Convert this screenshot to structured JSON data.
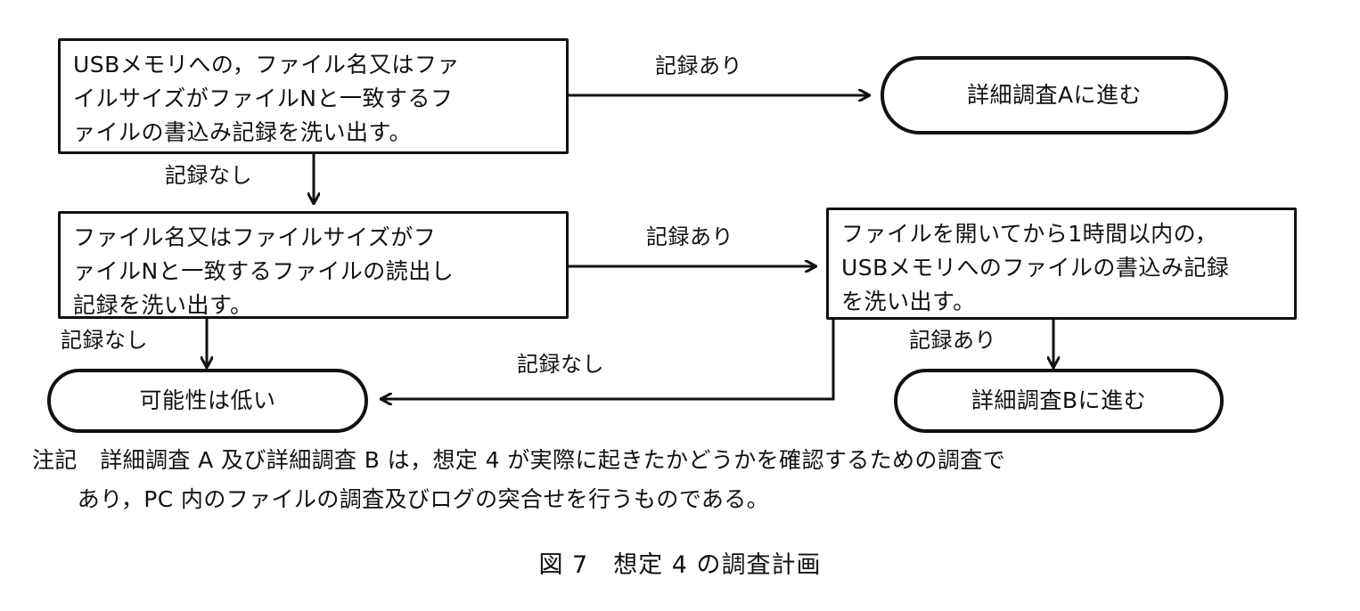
{
  "figure": {
    "caption": "図 7　想定 4 の調査計画",
    "note_lines": [
      "注記　詳細調査 A 及び詳細調査 B は，想定 4 が実際に起きたかどうかを確認するための調査で",
      "　　あり，PC 内のファイルの調査及びログの突合せを行うものである。"
    ]
  },
  "nodes": {
    "process_write_usb": {
      "shape": "rect",
      "text": "USBメモリへの，ファイル名又はファ\nイルサイズがファイルNと一致するフ\nァイルの書込み記録を洗い出す。"
    },
    "process_read_match": {
      "shape": "rect",
      "text": "ファイル名又はファイルサイズがフ\nァイルNと一致するファイルの読出し\n記録を洗い出す。"
    },
    "process_write_within_1h": {
      "shape": "rect",
      "text": "ファイルを開いてから1時間以内の，\nUSBメモリへのファイルの書込み記録\nを洗い出す。"
    },
    "terminal_detail_a": {
      "shape": "pill",
      "text": "詳細調査Aに進む"
    },
    "terminal_detail_b": {
      "shape": "pill",
      "text": "詳細調査Bに進む"
    },
    "terminal_unlikely": {
      "shape": "pill",
      "text": "可能性は低い"
    }
  },
  "edges": {
    "write_usb_to_detail_a": "記録あり",
    "write_usb_to_read_match": "記録なし",
    "read_match_to_within_1h": "記録あり",
    "read_match_to_unlikely": "記録なし",
    "within_1h_to_detail_b": "記録あり",
    "within_1h_to_unlikely": "記録なし"
  },
  "colors": {
    "ink": "#111111",
    "paper": "#ffffff"
  }
}
